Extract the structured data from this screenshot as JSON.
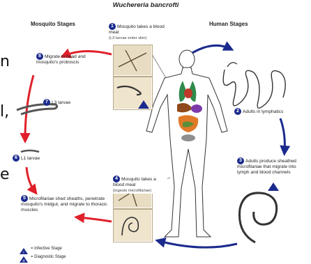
{
  "title": "Wuchereria bancrofti",
  "cut_letters": [
    "n",
    "l,",
    "e"
  ],
  "mosquito_header": "Mosquito Stages",
  "human_header": "Human Stages",
  "steps": [
    {
      "num": "1",
      "text": "Mosquito takes a blood meal",
      "sub": "(L3 larvae enter skin)"
    },
    {
      "num": "2",
      "text": "Adults in lymphatics"
    },
    {
      "num": "3",
      "text": "Adults produce sheathed microfilariae that migrate into lymph and blood channels"
    },
    {
      "num": "4",
      "text": "Mosquito takes a blood meal",
      "sub": "(ingests microfilariae)"
    },
    {
      "num": "5",
      "text": "Microfilariae shed sheaths, penetrate mosquito's midgut, and migrate to thoracic muscles"
    },
    {
      "num": "6",
      "text": "L1 larvae"
    },
    {
      "num": "7",
      "text": "L3 larvae"
    },
    {
      "num": "8",
      "text": "Migrate to head and mosquito's proboscis"
    }
  ],
  "legend": {
    "infective": "= Infective Stage",
    "diagnostic": "= Diagnostic Stage"
  },
  "stage_markers": {
    "infective": "i",
    "diagnostic": "d"
  },
  "colors": {
    "red_arrow": "#e0202a",
    "blue_arrow": "#1a2a8c",
    "marker": "#1a2a8c",
    "body": "#333333"
  }
}
